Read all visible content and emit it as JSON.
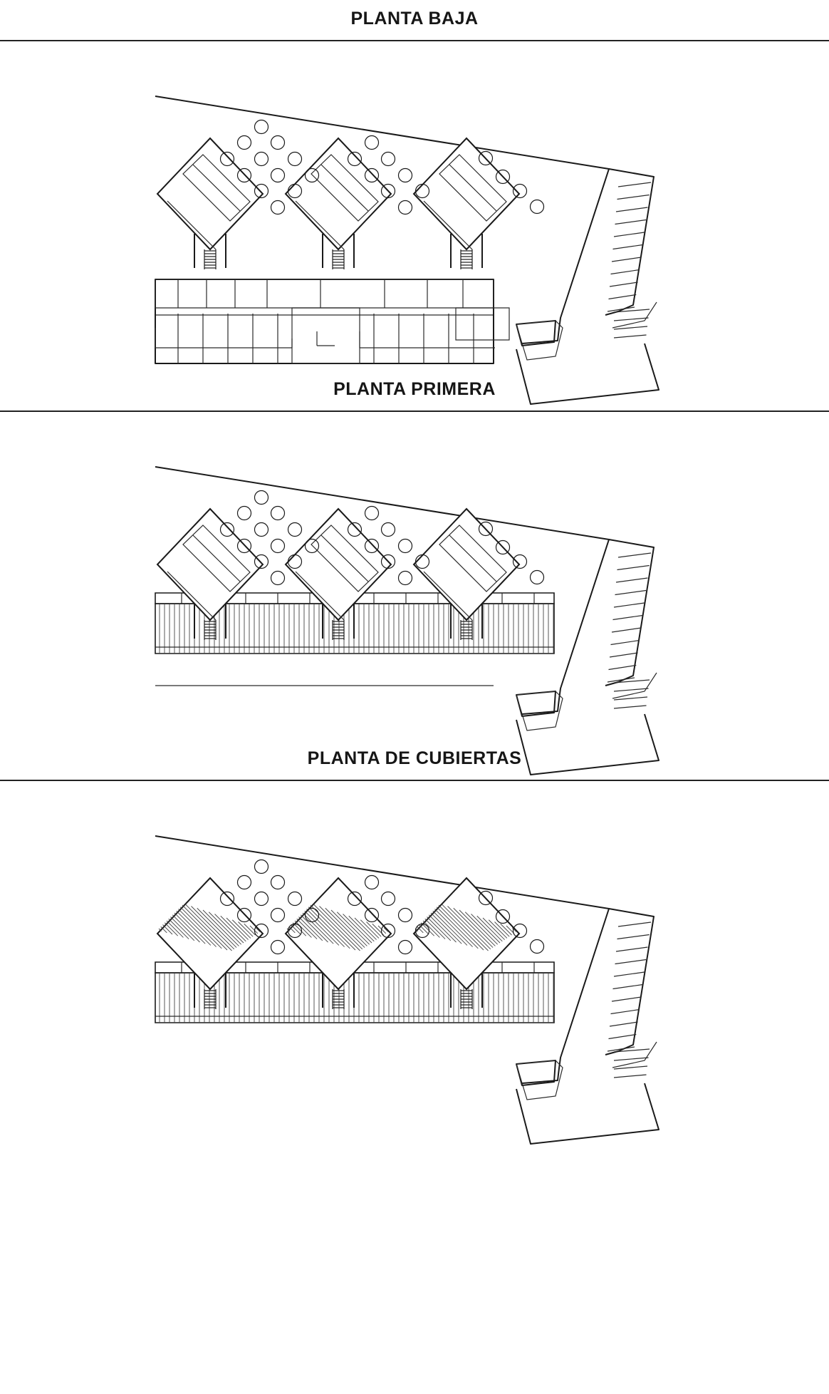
{
  "plans": [
    {
      "title": "PLANTA BAJA"
    },
    {
      "title": "PLANTA PRIMERA"
    },
    {
      "title": "PLANTA DE CUBIERTAS"
    }
  ],
  "colors": {
    "ink": "#1a1a1a",
    "paper": "#ffffff"
  }
}
